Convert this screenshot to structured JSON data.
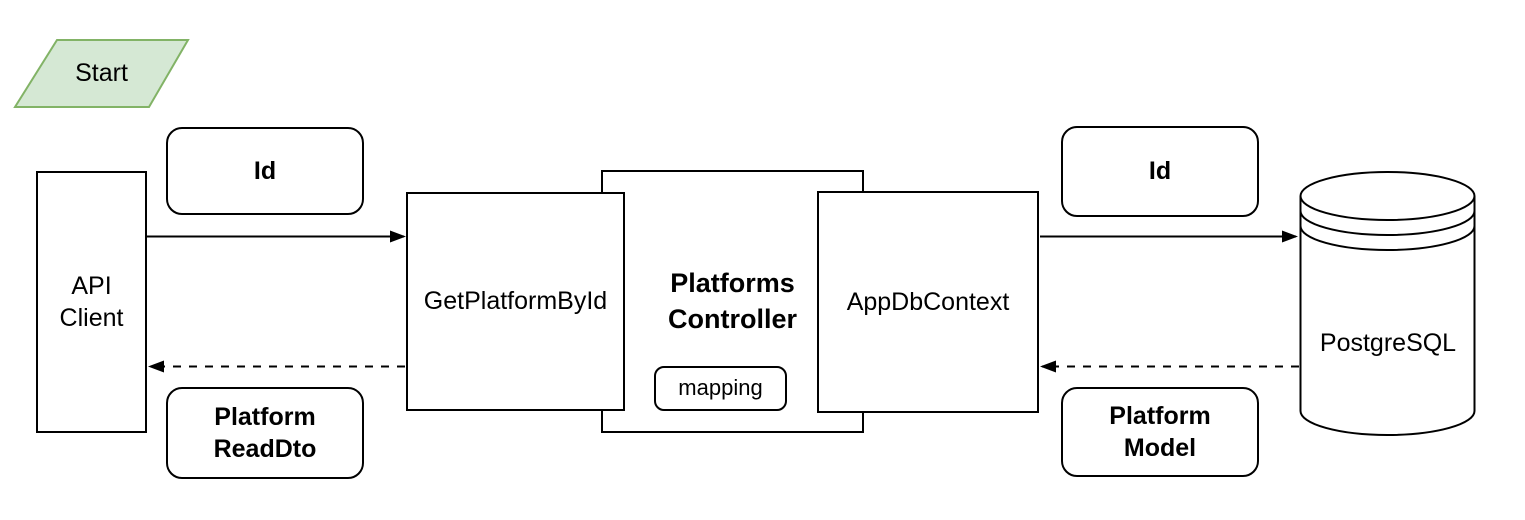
{
  "colors": {
    "background": "#ffffff",
    "node_fill": "#ffffff",
    "node_stroke": "#000000",
    "start_fill": "#d5e8d4",
    "start_stroke": "#82b366",
    "text": "#000000"
  },
  "diagram": {
    "start": {
      "label": "Start"
    },
    "nodes": {
      "api_client": {
        "label": "API\nClient"
      },
      "get_platform_by_id": {
        "label": "GetPlatformById"
      },
      "platforms_controller": {
        "label": "Platforms\nController"
      },
      "mapping": {
        "label": "mapping"
      },
      "app_db_context": {
        "label": "AppDbContext"
      },
      "postgresql": {
        "label": "PostgreSQL"
      }
    },
    "messages": {
      "request_id": {
        "label": "Id"
      },
      "platform_read_dto": {
        "label": "Platform\nReadDto"
      },
      "query_id": {
        "label": "Id"
      },
      "platform_model": {
        "label": "Platform\nModel"
      }
    },
    "edges": [
      {
        "from": "API Client",
        "to": "GetPlatformById",
        "style": "solid",
        "label": "Id"
      },
      {
        "from": "GetPlatformById",
        "to": "API Client",
        "style": "dashed",
        "label": "Platform ReadDto"
      },
      {
        "from": "AppDbContext",
        "to": "PostgreSQL",
        "style": "solid",
        "label": "Id"
      },
      {
        "from": "PostgreSQL",
        "to": "AppDbContext",
        "style": "dashed",
        "label": "Platform Model"
      }
    ]
  }
}
